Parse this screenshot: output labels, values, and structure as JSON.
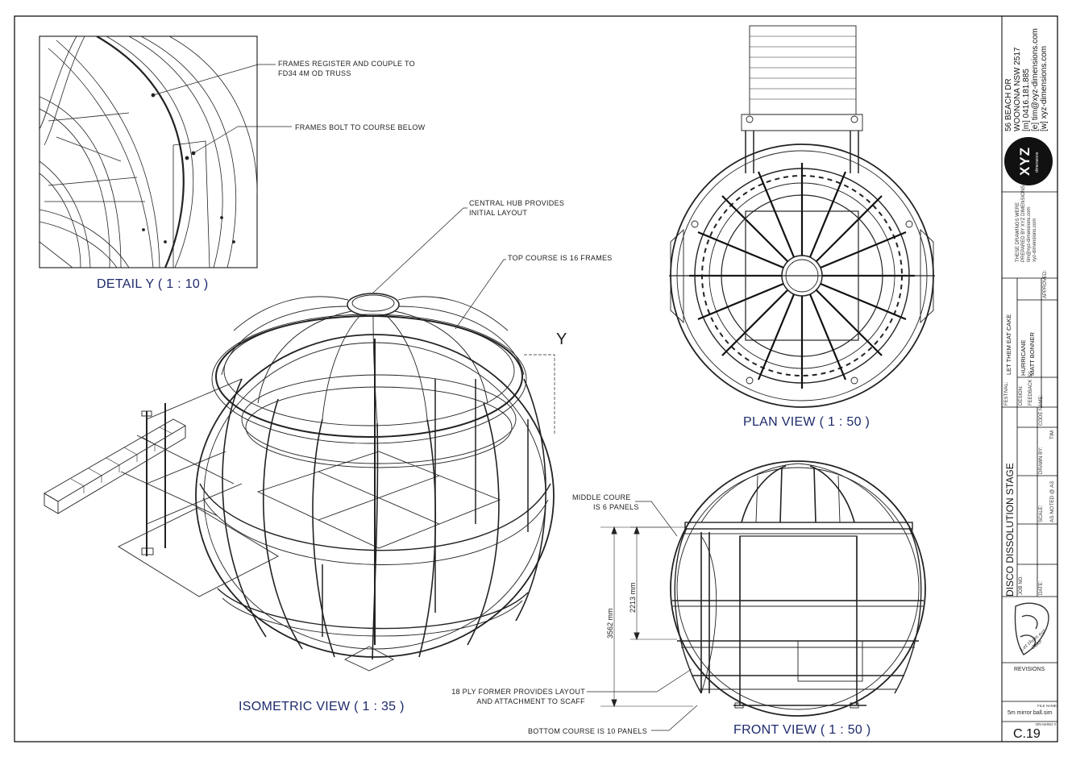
{
  "views": {
    "detail_title": "DETAIL Y ( 1 : 10 )",
    "plan_title": "PLAN VIEW ( 1 : 50 )",
    "iso_title": "ISOMETRIC VIEW ( 1 : 35 )",
    "front_title": "FRONT VIEW ( 1 : 50 )",
    "detail_marker": "Y"
  },
  "notes": {
    "frames_register_1": "FRAMES REGISTER AND COUPLE TO",
    "frames_register_2": "FD34 4M OD TRUSS",
    "frames_bolt": "FRAMES BOLT TO COURSE BELOW",
    "central_hub_1": "CENTRAL HUB PROVIDES",
    "central_hub_2": "INITIAL LAYOUT",
    "top_course": "TOP COURSE IS 16 FRAMES",
    "middle_course_1": "MIDDLE COURE",
    "middle_course_2": "IS 6 PANELS",
    "ply_former_1": "18 PLY FORMER PROVIDES LAYOUT",
    "ply_former_2": "AND ATTACHMENT TO SCAFF",
    "bottom_course": "BOTTOM COURSE IS 10 PANELS"
  },
  "dimensions": {
    "overall": "3562 mm",
    "inner": "2213 mm"
  },
  "title_block": {
    "address_1": "56 BEACH DR",
    "address_2": "WOONONA NSW 2517",
    "phone": "[m] 0416.181.885",
    "email": "[e] tim@xyz-dimensions.com",
    "web": "[w] xyz-dimensions.com",
    "logo_text": "XYZ",
    "logo_sub": "dimensions",
    "disclaimer_1": "THESE DRAWINGS WERE",
    "disclaimer_2": "PREPARED BY XYZ DIMENSIONS",
    "disclaimer_3": "tim@xyz-dimensions.com",
    "disclaimer_4": "xyz-dimensions.com",
    "festival_label": "FESTIVAL:",
    "festival": "LET THEM EAT CAKE",
    "design_label": "DESIGN:",
    "design": "HURRICANE",
    "prepared_label": "FEEDBACK BY:",
    "prepared": "MATT BONNER",
    "approved_label": "APPROVED:",
    "project": "DISCO DISSOLUTION STAGE",
    "job_label": "JOB NO.",
    "date_label": "DATE:",
    "scale_label": "SCALE:",
    "scale": "AS NOTED @ A3",
    "drawn_label": "DRAWN BY:",
    "drawn": "TIM",
    "code_label": "CODE NAME:",
    "client_logo": "Let them eat Cake",
    "revisions": "REVISIONS",
    "file_label": "FILE NAME:",
    "file": "5m mirror ball.sim",
    "drawing_label": "DRAWING #",
    "drawing": "C.19"
  }
}
